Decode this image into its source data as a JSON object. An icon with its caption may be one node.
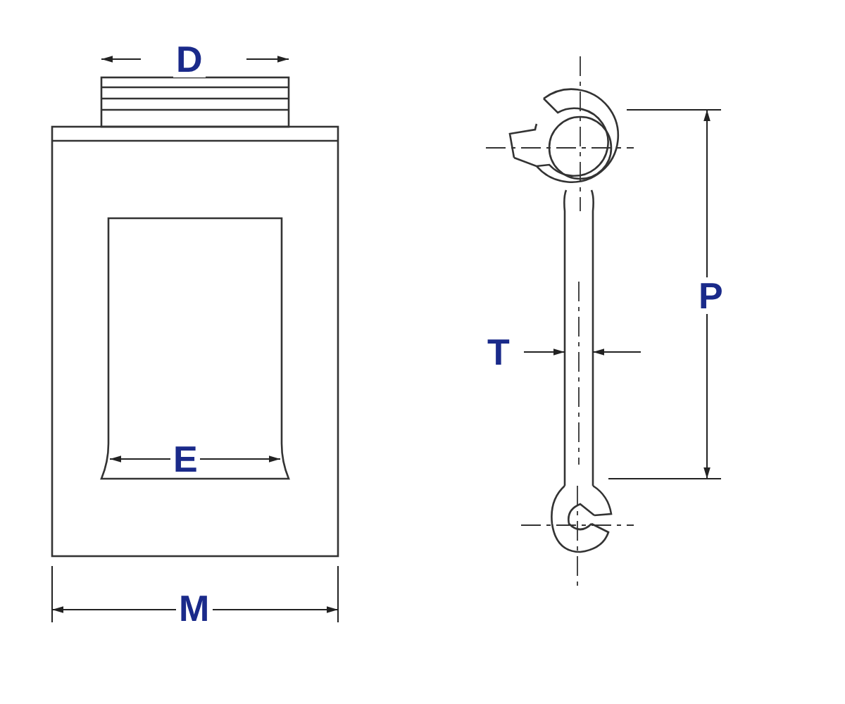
{
  "diagram": {
    "labels": [
      "D",
      "P",
      "T",
      "E",
      "M"
    ]
  }
}
